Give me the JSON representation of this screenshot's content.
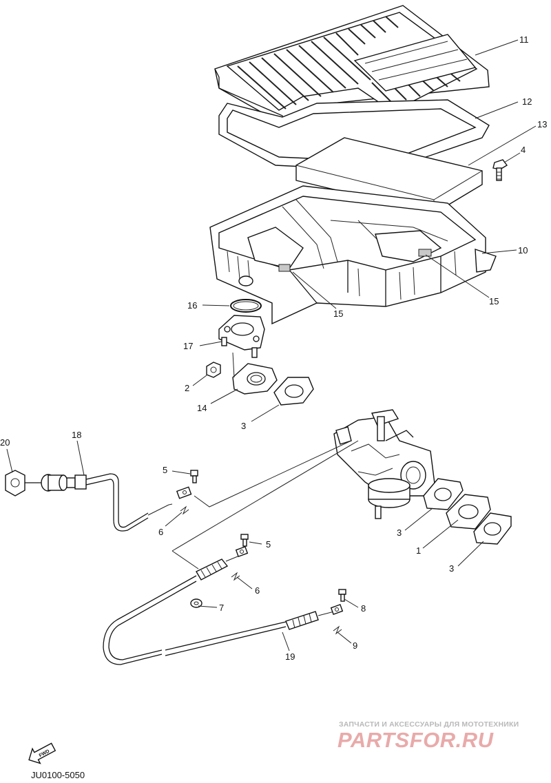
{
  "labels": {
    "p11": "11",
    "p12": "12",
    "p13": "13",
    "p4": "4",
    "p10": "10",
    "p15a": "15",
    "p15b": "15",
    "p16": "16",
    "p17": "17",
    "p2": "2",
    "p14": "14",
    "p3a": "3",
    "p20": "20",
    "p18": "18",
    "p5a": "5",
    "p6a": "6",
    "p3b": "3",
    "p1": "1",
    "p3c": "3",
    "p5b": "5",
    "p6b": "6",
    "p7": "7",
    "p8": "8",
    "p9": "9",
    "p19": "19"
  },
  "fwd": "FWD",
  "diagram_code": "JU0100-5050",
  "watermark": {
    "caption": "ЗАПЧАСТИ И АКСЕССУАРЫ ДЛЯ МОТОТЕХНИКИ",
    "brand": "PARTSFOR.RU",
    "color": "#e9aaaa"
  }
}
